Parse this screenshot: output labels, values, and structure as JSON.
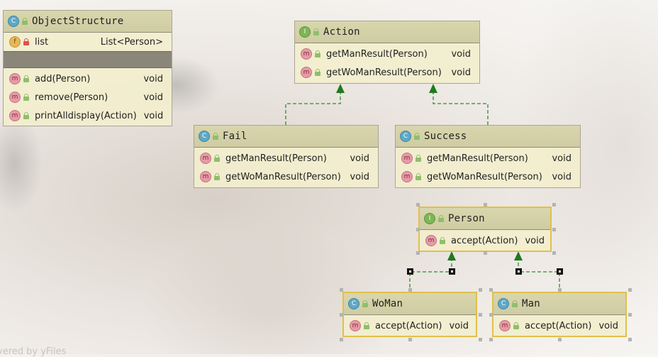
{
  "classes": {
    "object_structure": {
      "kind": "C",
      "name": "ObjectStructure",
      "field": {
        "kind": "f",
        "name": "list",
        "type": "List<Person>"
      },
      "methods": [
        {
          "name": "add(Person)",
          "type": "void"
        },
        {
          "name": "remove(Person)",
          "type": "void"
        },
        {
          "name": "printAlldisplay(Action)",
          "type": "void"
        }
      ]
    },
    "action": {
      "kind": "I",
      "name": "Action",
      "methods": [
        {
          "name": "getManResult(Person)",
          "type": "void"
        },
        {
          "name": "getWoManResult(Person)",
          "type": "void"
        }
      ]
    },
    "fail": {
      "kind": "C",
      "name": "Fail",
      "methods": [
        {
          "name": "getManResult(Person)",
          "type": "void"
        },
        {
          "name": "getWoManResult(Person)",
          "type": "void"
        }
      ]
    },
    "success": {
      "kind": "C",
      "name": "Success",
      "methods": [
        {
          "name": "getManResult(Person)",
          "type": "void"
        },
        {
          "name": "getWoManResult(Person)",
          "type": "void"
        }
      ]
    },
    "person": {
      "kind": "I",
      "name": "Person",
      "methods": [
        {
          "name": "accept(Action)",
          "type": "void"
        }
      ]
    },
    "woman": {
      "kind": "C",
      "name": "WoMan",
      "methods": [
        {
          "name": "accept(Action)",
          "type": "void"
        }
      ]
    },
    "man": {
      "kind": "C",
      "name": "Man",
      "methods": [
        {
          "name": "accept(Action)",
          "type": "void"
        }
      ]
    }
  },
  "badges": {
    "class": "C",
    "interface": "I",
    "method": "m",
    "field": "f"
  },
  "watermark": "vered by yFiles",
  "colors": {
    "edge": "#2e8b2e",
    "class_fill": "#f2eecd",
    "header_fill": "#d9d6ad",
    "selection": "#e0c04c"
  },
  "icons": [
    "class-badge",
    "interface-badge",
    "method-badge",
    "field-badge",
    "public-lock-icon",
    "private-lock-icon"
  ]
}
